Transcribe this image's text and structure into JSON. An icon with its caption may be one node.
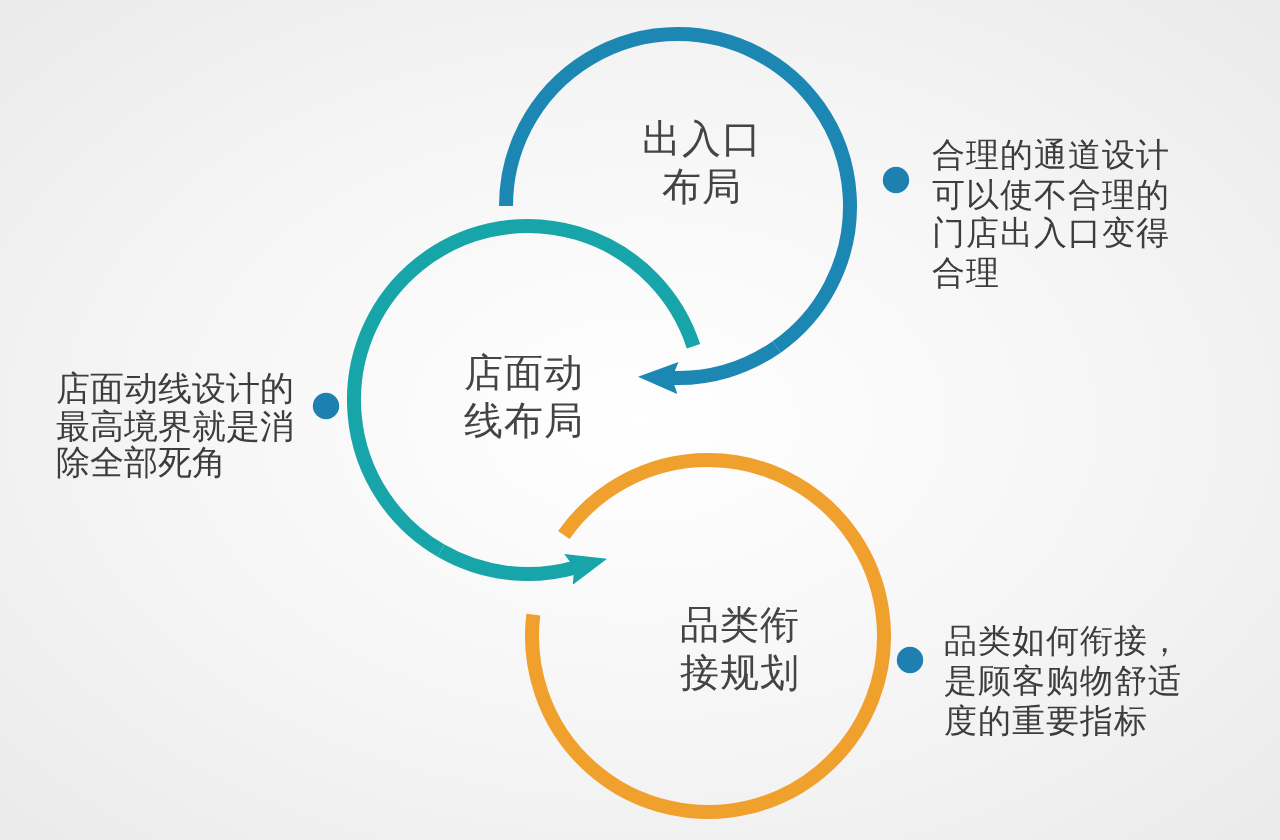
{
  "diagram": {
    "nodes": [
      {
        "text": [
          "出入口布局"
        ],
        "beside": [
          "合理的通道设计可以使不合理的门店出入口变得合理"
        ]
      },
      {
        "text": [
          "店面动线布局"
        ],
        "beside": [
          "店面动线设计的最高境界就是消除全部死角"
        ]
      },
      {
        "text": [
          "品类衔接规划"
        ],
        "beside": [
          "品类如何衔接，是顾客购物舒适度的重要指标"
        ]
      }
    ],
    "edges": [
      {
        "from": 0,
        "to": 1,
        "arrow": "to",
        "color": "#1d87b3"
      },
      {
        "from": 1,
        "to": 2,
        "arrow": "to",
        "color": "#17a5a9"
      }
    ]
  }
}
